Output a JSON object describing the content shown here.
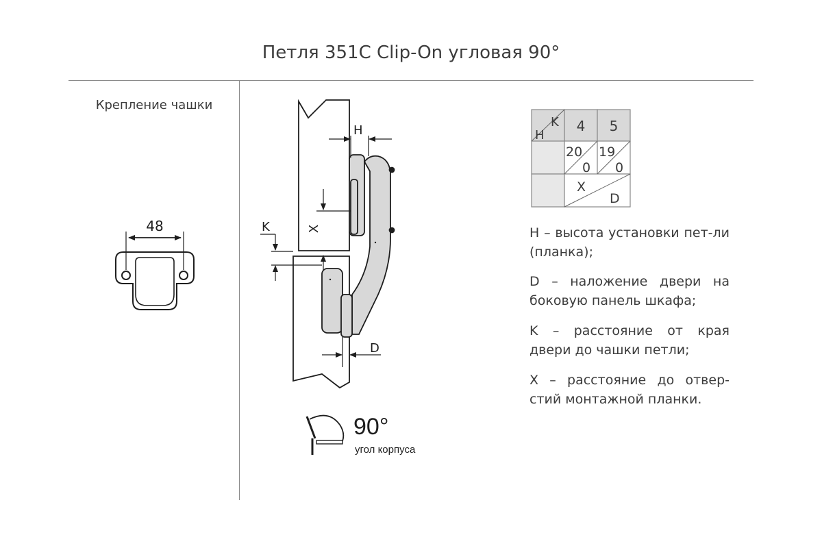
{
  "title": "Петля 351С Clip-On угловая 90°",
  "cup_mount": {
    "label": "Крепление чашки",
    "dimension": "48"
  },
  "hinge_labels": {
    "h": "H",
    "k": "K",
    "x": "X",
    "d": "D"
  },
  "table": {
    "corner_top": "K",
    "corner_bottom": "H",
    "col1": "4",
    "col2": "5",
    "cell_r1c1_top": "20",
    "cell_r1c1_bottom": "0",
    "cell_r1c2_top": "19",
    "cell_r1c2_bottom": "0",
    "x_label": "X",
    "d_label": "D"
  },
  "angle": {
    "value": "90°",
    "caption": "угол корпуса"
  },
  "descriptions": [
    "H – высота установки пет-ли (планка);",
    "D – наложение двери на боковую панель шкафа;",
    "K – расстояние от края двери до чашки петли;",
    "X – расстояние до отвер-стий монтажной планки."
  ],
  "colors": {
    "hinge_fill": "#d8d8d8",
    "table_header": "#d9d9d9",
    "table_cell": "#e8e8e8",
    "line": "#1e1e1e"
  }
}
